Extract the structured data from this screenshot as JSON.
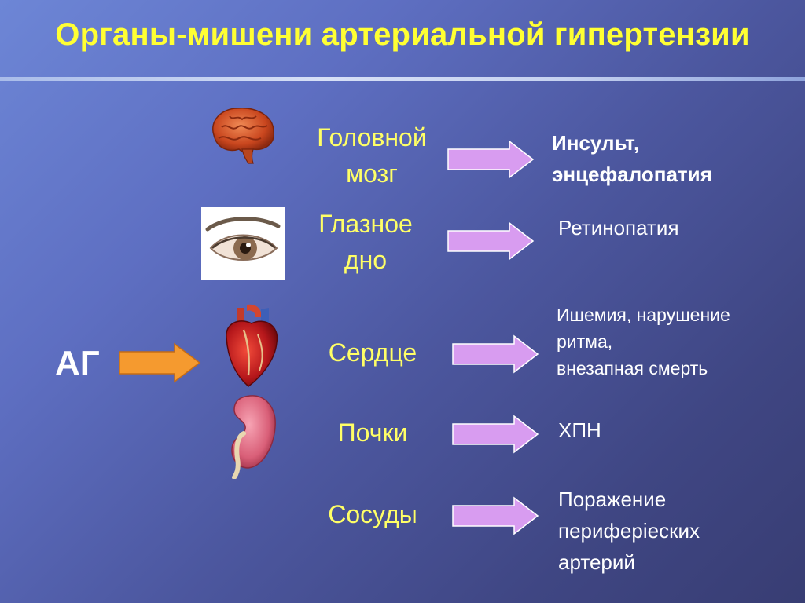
{
  "title": "Органы-мишени артериальной гипертензии",
  "source_label": "АГ",
  "colors": {
    "title": "#ffff33",
    "organ_text": "#ffff66",
    "result_text": "#ffffff",
    "arrow_fill": "#d89cf0",
    "source_arrow_fill": "#f59a2f"
  },
  "rows": [
    {
      "icon": "brain-icon",
      "organ_lines": [
        "Головной",
        "мозг"
      ],
      "result_lines": [
        "Инсульт,",
        "энцефалопатия"
      ]
    },
    {
      "icon": "eye-icon",
      "organ_lines": [
        "Глазное",
        "дно"
      ],
      "result_lines": [
        "Ретинопатия"
      ]
    },
    {
      "icon": "heart-icon",
      "organ_lines": [
        "Сердце"
      ],
      "result_lines": [
        "Ишемия, нарушение",
        "ритма,",
        "внезапная смерть"
      ]
    },
    {
      "icon": "kidney-icon",
      "organ_lines": [
        "Почки"
      ],
      "result_lines": [
        "ХПН"
      ]
    },
    {
      "icon": "vessels-icon",
      "organ_lines": [
        "Сосуды"
      ],
      "result_lines": [
        "Поражение",
        "периферieских",
        "артерий"
      ]
    }
  ]
}
